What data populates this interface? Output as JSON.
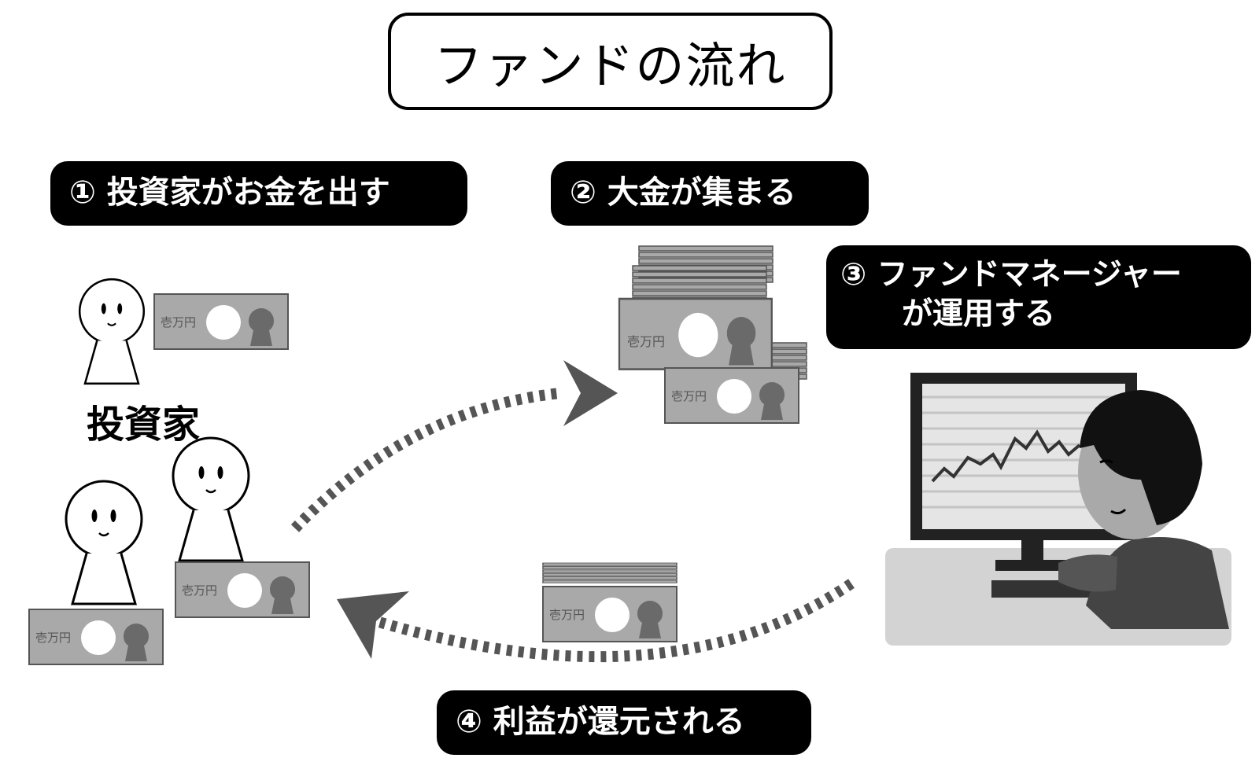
{
  "title": "ファンドの流れ",
  "steps": {
    "step1": "① 投資家がお金を出す",
    "step2": "② 大金が集まる",
    "step3_line1": "③ ファンドマネージャー",
    "step3_line2": "が運用する",
    "step4": "④ 利益が還元される"
  },
  "investor_label": "投資家",
  "banknote_text": "壱万円",
  "colors": {
    "step_background": "#000000",
    "step_text": "#ffffff",
    "arrow": "#555555",
    "banknote": "#a9a9a9"
  },
  "icons": [
    "person-icon",
    "banknote-icon",
    "banknote-stack-icon",
    "fund-manager-at-computer-icon",
    "dashed-arrow-icon"
  ]
}
